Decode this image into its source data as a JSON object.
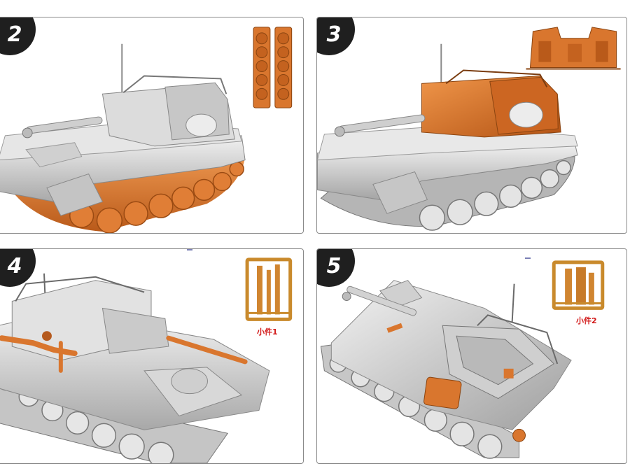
{
  "panels": [
    {
      "step": "2"
    },
    {
      "step": "3"
    },
    {
      "step": "4",
      "caption": "小件1"
    },
    {
      "step": "5",
      "caption": "小件2"
    }
  ],
  "colors": {
    "resin_orange": "#d9762e",
    "hull_grey": "#d4d4d4",
    "badge": "#1f1f1f",
    "caption_red": "#d21a1a",
    "sprue_frame": "#c98a2c"
  }
}
